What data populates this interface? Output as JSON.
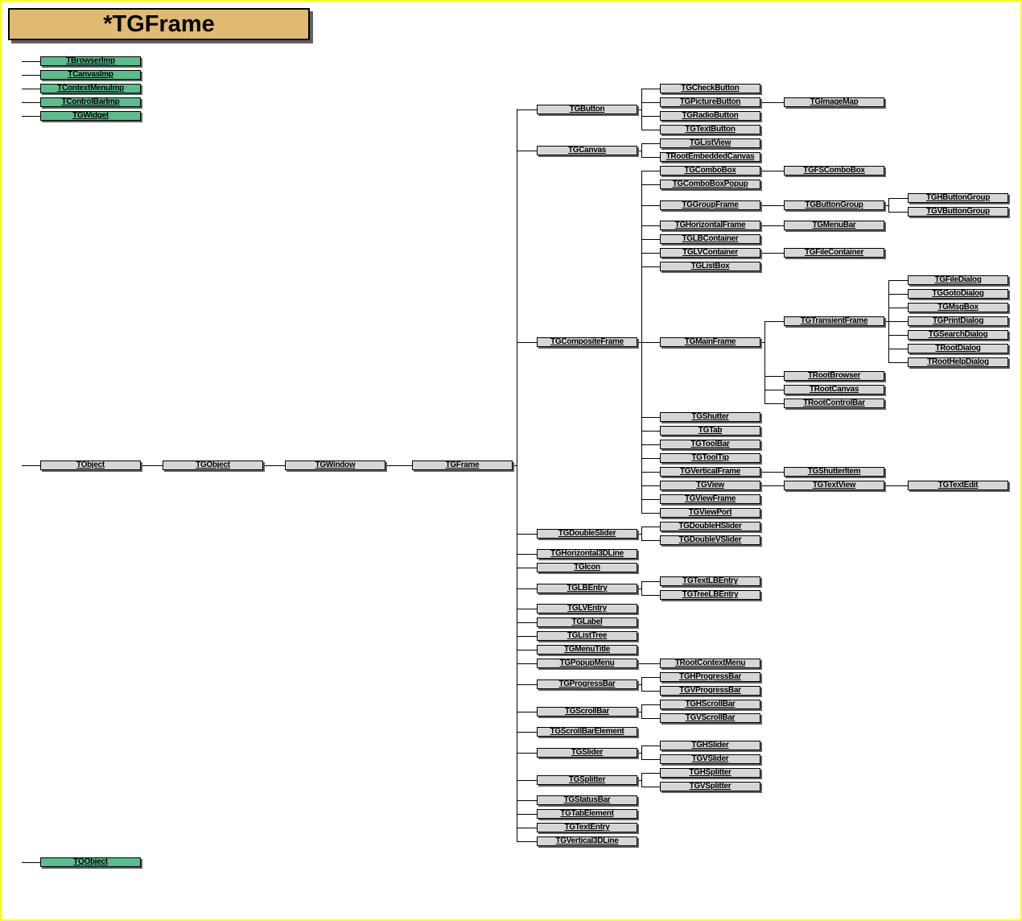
{
  "title": "*TGFrame",
  "colors": {
    "background": "#ffffff",
    "page_border": "#ffff00",
    "node_fill": "#d6d6d6",
    "mixin_fill": "#5abd8c",
    "title_fill": "#dfba70",
    "shadow": "#606060",
    "line": "#000000"
  },
  "side_classes": [
    "TBrowserImp",
    "TCanvasImp",
    "TContextMenuImp",
    "TControlBarImp",
    "TGWidget"
  ],
  "bottom_class": "TQObject",
  "hierarchy": {
    "label": "TObject",
    "children": [
      {
        "label": "TGObject",
        "children": [
          {
            "label": "TGWindow",
            "children": [
              {
                "label": "TGFrame",
                "children": [
                  {
                    "label": "TGButton",
                    "children": [
                      {
                        "label": "TGCheckButton"
                      },
                      {
                        "label": "TGPictureButton",
                        "children": [
                          {
                            "label": "TGImageMap"
                          }
                        ]
                      },
                      {
                        "label": "TGRadioButton"
                      },
                      {
                        "label": "TGTextButton"
                      }
                    ]
                  },
                  {
                    "label": "TGCanvas",
                    "children": [
                      {
                        "label": "TGListView"
                      },
                      {
                        "label": "TRootEmbeddedCanvas"
                      }
                    ]
                  },
                  {
                    "label": "TGCompositeFrame",
                    "children": [
                      {
                        "label": "TGComboBox",
                        "children": [
                          {
                            "label": "TGFSComboBox"
                          }
                        ]
                      },
                      {
                        "label": "TGComboBoxPopup"
                      },
                      {
                        "label": "TGGroupFrame",
                        "children": [
                          {
                            "label": "TGButtonGroup",
                            "children": [
                              {
                                "label": "TGHButtonGroup"
                              },
                              {
                                "label": "TGVButtonGroup"
                              }
                            ]
                          }
                        ]
                      },
                      {
                        "label": "TGHorizontalFrame",
                        "children": [
                          {
                            "label": "TGMenuBar"
                          }
                        ]
                      },
                      {
                        "label": "TGLBContainer"
                      },
                      {
                        "label": "TGLVContainer",
                        "children": [
                          {
                            "label": "TGFileContainer"
                          }
                        ]
                      },
                      {
                        "label": "TGListBox"
                      },
                      {
                        "label": "TGMainFrame",
                        "children": [
                          {
                            "label": "TGTransientFrame",
                            "children": [
                              {
                                "label": "TGFileDialog"
                              },
                              {
                                "label": "TGGotoDialog"
                              },
                              {
                                "label": "TGMsgBox"
                              },
                              {
                                "label": "TGPrintDialog"
                              },
                              {
                                "label": "TGSearchDialog"
                              },
                              {
                                "label": "TRootDialog"
                              },
                              {
                                "label": "TRootHelpDialog"
                              }
                            ]
                          },
                          {
                            "label": "TRootBrowser"
                          },
                          {
                            "label": "TRootCanvas"
                          },
                          {
                            "label": "TRootControlBar"
                          }
                        ]
                      },
                      {
                        "label": "TGShutter"
                      },
                      {
                        "label": "TGTab"
                      },
                      {
                        "label": "TGToolBar"
                      },
                      {
                        "label": "TGToolTip"
                      },
                      {
                        "label": "TGVerticalFrame",
                        "children": [
                          {
                            "label": "TGShutterItem"
                          }
                        ]
                      },
                      {
                        "label": "TGView",
                        "children": [
                          {
                            "label": "TGTextView",
                            "children": [
                              {
                                "label": "TGTextEdit"
                              }
                            ]
                          }
                        ]
                      },
                      {
                        "label": "TGViewFrame"
                      },
                      {
                        "label": "TGViewPort"
                      }
                    ]
                  },
                  {
                    "label": "TGDoubleSlider",
                    "children": [
                      {
                        "label": "TGDoubleHSlider"
                      },
                      {
                        "label": "TGDoubleVSlider"
                      }
                    ]
                  },
                  {
                    "label": "TGHorizontal3DLine"
                  },
                  {
                    "label": "TGIcon"
                  },
                  {
                    "label": "TGLBEntry",
                    "children": [
                      {
                        "label": "TGTextLBEntry"
                      },
                      {
                        "label": "TGTreeLBEntry"
                      }
                    ]
                  },
                  {
                    "label": "TGLVEntry"
                  },
                  {
                    "label": "TGLabel"
                  },
                  {
                    "label": "TGListTree"
                  },
                  {
                    "label": "TGMenuTitle"
                  },
                  {
                    "label": "TGPopupMenu",
                    "children": [
                      {
                        "label": "TRootContextMenu"
                      }
                    ]
                  },
                  {
                    "label": "TGProgressBar",
                    "children": [
                      {
                        "label": "TGHProgressBar"
                      },
                      {
                        "label": "TGVProgressBar"
                      }
                    ]
                  },
                  {
                    "label": "TGScrollBar",
                    "children": [
                      {
                        "label": "TGHScrollBar"
                      },
                      {
                        "label": "TGVScrollBar"
                      }
                    ]
                  },
                  {
                    "label": "TGScrollBarElement"
                  },
                  {
                    "label": "TGSlider",
                    "children": [
                      {
                        "label": "TGHSlider"
                      },
                      {
                        "label": "TGVSlider"
                      }
                    ]
                  },
                  {
                    "label": "TGSplitter",
                    "children": [
                      {
                        "label": "TGHSplitter"
                      },
                      {
                        "label": "TGVSplitter"
                      }
                    ]
                  },
                  {
                    "label": "TGStatusBar"
                  },
                  {
                    "label": "TGTabElement"
                  },
                  {
                    "label": "TGTextEntry"
                  },
                  {
                    "label": "TGVertical3DLine"
                  }
                ]
              }
            ]
          }
        ]
      }
    ]
  }
}
